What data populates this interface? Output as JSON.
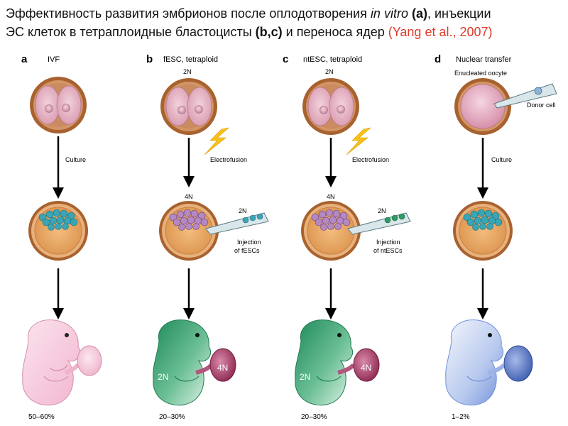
{
  "title": {
    "part1": "Эффективность развития эмбрионов после оплодотворения ",
    "italic": "in vitro",
    "part2": " ",
    "bold_a": "(a)",
    "part3": ", инъекции",
    "part4": "ЭС клеток в тетраплоидные бластоцисты ",
    "bold_bc": "(b,c)",
    "part5": " и переноса ядер ",
    "reference": "(Yang et al., 2007)"
  },
  "panels": [
    {
      "letter": "a",
      "heading": "IVF",
      "step_label": "Culture",
      "percent": "50–60%"
    },
    {
      "letter": "b",
      "heading": "fESC, tetraploid",
      "ploidy_top": "2N",
      "step_label": "Electrofusion",
      "ploidy_mid": "4N",
      "inject_ploidy": "2N",
      "inject_label_1": "Injection",
      "inject_label_2": "of fESCs",
      "body_label": "2N",
      "placenta_label": "4N",
      "percent": "20–30%"
    },
    {
      "letter": "c",
      "heading": "ntESC, tetraploid",
      "ploidy_top": "2N",
      "step_label": "Electrofusion",
      "ploidy_mid": "4N",
      "inject_ploidy": "2N",
      "inject_label_1": "Injection",
      "inject_label_2": "of ntESCs",
      "body_label": "2N",
      "placenta_label": "4N",
      "percent": "20–30%"
    },
    {
      "letter": "d",
      "heading": "Nuclear transfer",
      "oocyte_label": "Enucleated oocyte",
      "donor_label": "Donor cell",
      "step_label": "Culture",
      "percent": "1–2%"
    }
  ],
  "colors": {
    "reference": "#e03a2a",
    "zona": "#9a5a2c",
    "embryo_pink": "#e7b7c6",
    "blastocyst": "#e6a35f",
    "icm_teal": "#3aa5b5",
    "icm_purple": "#b488c0",
    "mouse_pink": "#f7cfe0",
    "mouse_green": "#2e9a66",
    "mouse_blue": "#aac0e8",
    "placenta_magenta": "#a23a64",
    "placenta_blue": "#5d78c0",
    "lightning": "#f6c21a"
  }
}
